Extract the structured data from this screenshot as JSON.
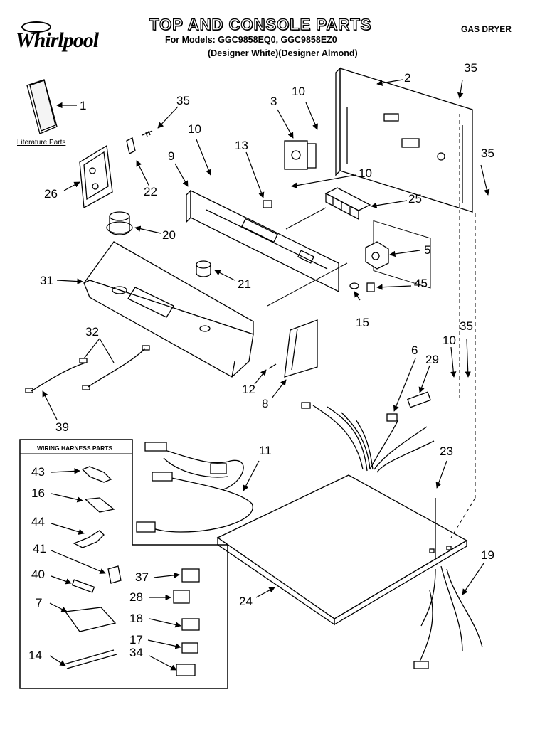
{
  "brand": "Whirlpool",
  "title": "TOP AND CONSOLE PARTS",
  "models_line": "For Models: GGC9858EQ0, GGC9858EZ0",
  "variants_line": "(Designer White)(Designer Almond)",
  "dryer_type": "GAS DRYER",
  "literature_label": "Literature Parts",
  "harness_box_title": "WIRING HARNESS PARTS",
  "callouts": [
    "1",
    "2",
    "3",
    "5",
    "6",
    "7",
    "8",
    "9",
    "10",
    "10",
    "10",
    "10",
    "11",
    "12",
    "13",
    "14",
    "15",
    "16",
    "17",
    "18",
    "19",
    "20",
    "21",
    "22",
    "23",
    "24",
    "25",
    "26",
    "28",
    "29",
    "31",
    "32",
    "34",
    "35",
    "35",
    "35",
    "35",
    "37",
    "39",
    "40",
    "41",
    "43",
    "44",
    "45"
  ]
}
